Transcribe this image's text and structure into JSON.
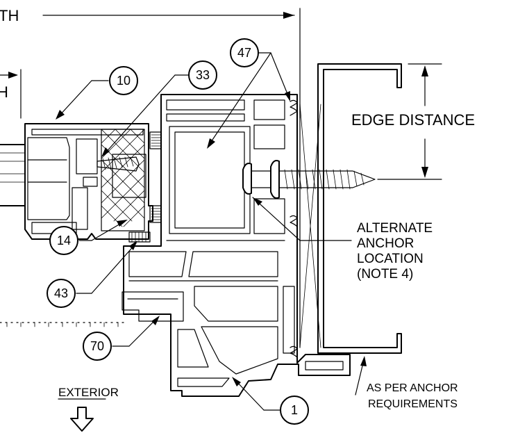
{
  "labels": {
    "width_partial": "TH",
    "depth_partial": "H",
    "edge_distance": "EDGE DISTANCE",
    "alternate_anchor_line1": "ALTERNATE",
    "alternate_anchor_line2": "ANCHOR",
    "alternate_anchor_line3": "LOCATION",
    "alternate_anchor_line4": "(NOTE 4)",
    "exterior": "EXTERIOR",
    "anchor_req_line1": "AS PER ANCHOR",
    "anchor_req_line2": "REQUIREMENTS"
  },
  "callouts": {
    "c10": "10",
    "c33": "33",
    "c47": "47",
    "c14": "14",
    "c43": "43",
    "c70": "70",
    "c1": "1"
  }
}
